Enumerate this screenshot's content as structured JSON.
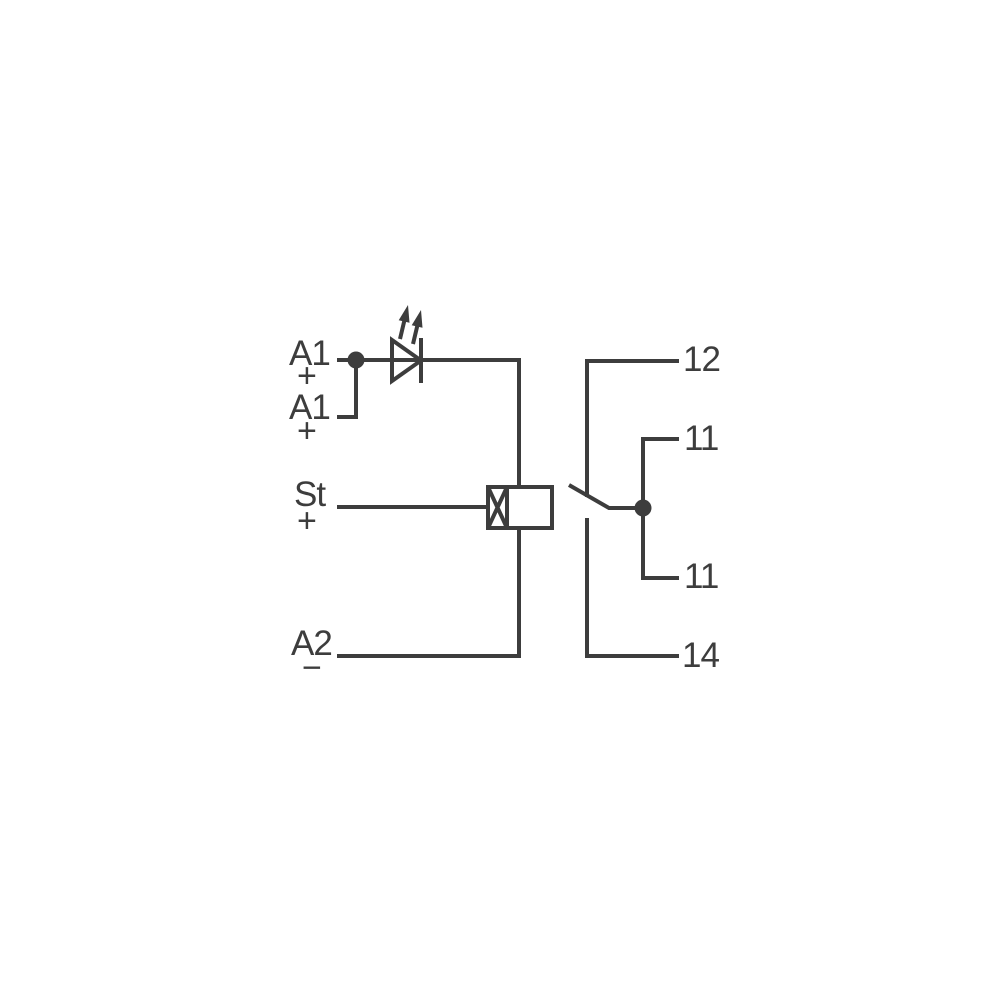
{
  "diagram": {
    "kind": "relay-module-wiring-schematic",
    "colors": {
      "line": "#3d3d3d",
      "background": "#ffffff"
    },
    "input_terminals": {
      "a1_top": {
        "label": "A1",
        "polarity": "+"
      },
      "a1_bottom": {
        "label": "A1",
        "polarity": "+"
      },
      "st": {
        "label": "St",
        "polarity": "+"
      },
      "a2": {
        "label": "A2",
        "polarity": "−"
      }
    },
    "output_terminals": {
      "t12": {
        "label": "12"
      },
      "t11_upper": {
        "label": "11"
      },
      "t11_lower": {
        "label": "11"
      },
      "t14": {
        "label": "14"
      }
    },
    "symbols": {
      "led": "led-indicator-icon",
      "coil": "relay-coil-icon",
      "contact": "changeover-contact-icon",
      "junctions": [
        "a1-junction-dot",
        "contact-junction-dot"
      ]
    }
  }
}
